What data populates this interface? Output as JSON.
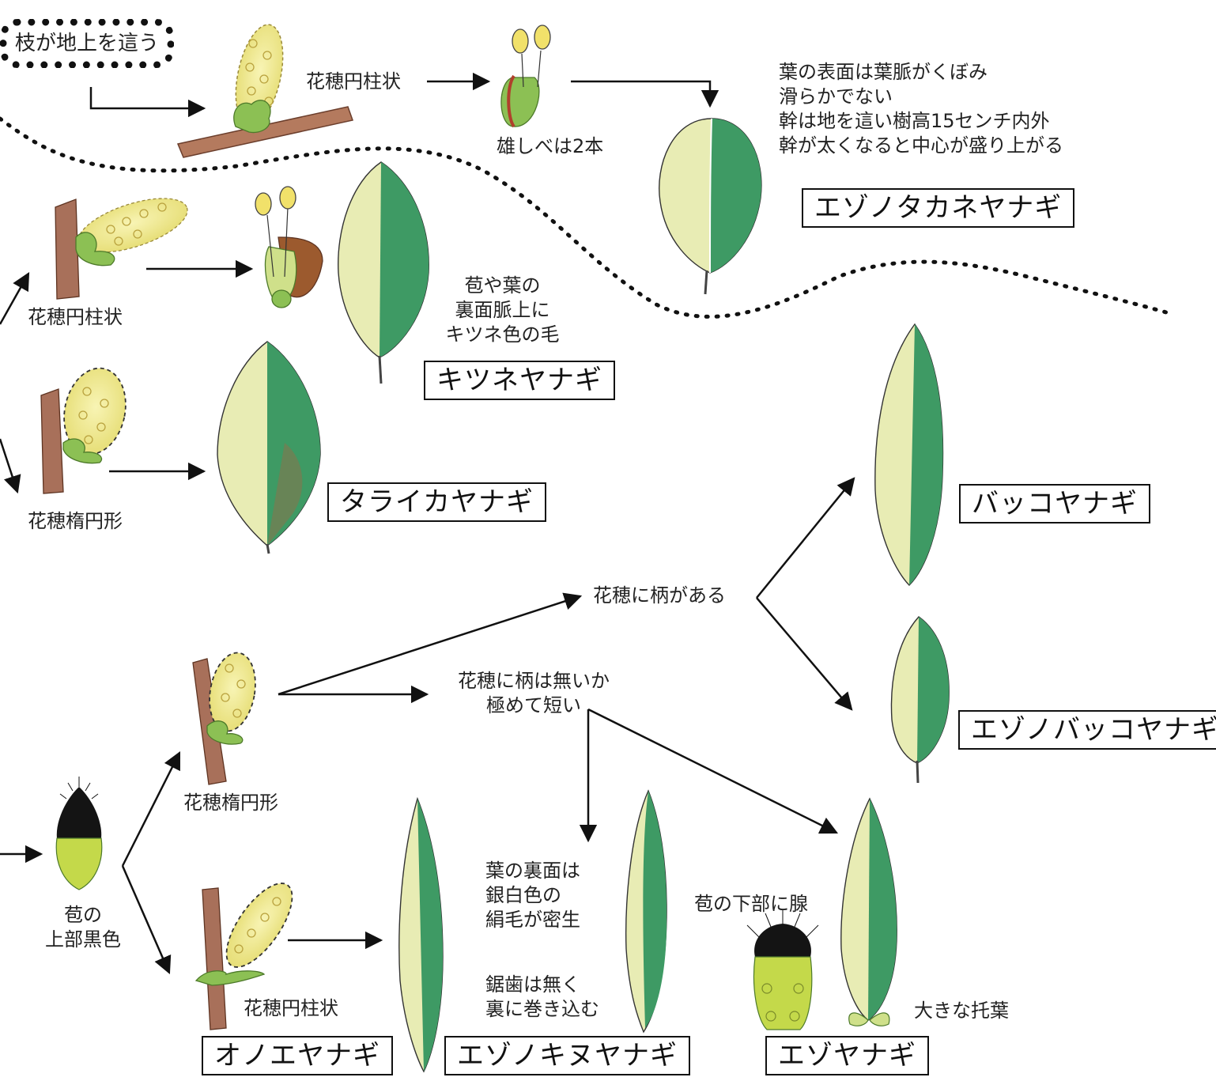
{
  "colors": {
    "leaf_light": "#e8ecb4",
    "leaf_dark": "#3e9a64",
    "catkin": "#f1ec96",
    "catkin_spots": "#b9a23e",
    "twig": "#a8705a",
    "bract_black": "#141414",
    "bract_green": "#c4d94a",
    "bud_green": "#8cc054",
    "line": "#111111"
  },
  "start_box": {
    "label": "枝が地上を這う"
  },
  "top_branch": {
    "catkin_shape": "花穂円柱状",
    "stamens": "雄しべは2本",
    "notes": [
      "葉の表面は葉脈がくぼみ",
      "滑らかでない",
      "幹は地を這い樹高15センチ内外",
      "幹が太くなると中心が盛り上がる"
    ],
    "species": "エゾノタカネヤナギ"
  },
  "upper_group": {
    "cylinder_label": "花穂円柱状",
    "hair_note": [
      "苞や葉の",
      "裏面脈上に",
      "キツネ色の毛"
    ],
    "species_kitsune": "キツネヤナギ",
    "ellipse_label": "花穂楕円形",
    "species_taraika": "タライカヤナギ"
  },
  "lower_group": {
    "bract_note": [
      "苞の",
      "上部黒色"
    ],
    "ellipse_label": "花穂楕円形",
    "stalk_yes": "花穂に柄がある",
    "stalk_no": [
      "花穂に柄は無いか",
      "極めて短い"
    ],
    "species_bakko": "バッコヤナギ",
    "species_ezo_bakko": "エゾノバッコヤナギ",
    "cylinder_label": "花穂円柱状",
    "species_onoe": "オノエヤナギ",
    "silver_note": [
      "葉の裏面は",
      "銀白色の",
      "絹毛が密生"
    ],
    "edge_note": [
      "鋸歯は無く",
      "裏に巻き込む"
    ],
    "species_ezo_kinu": "エゾノキヌヤナギ",
    "gland_note": "苞の下部に腺",
    "stipule_note": "大きな托葉",
    "species_ezo": "エゾヤナギ"
  }
}
